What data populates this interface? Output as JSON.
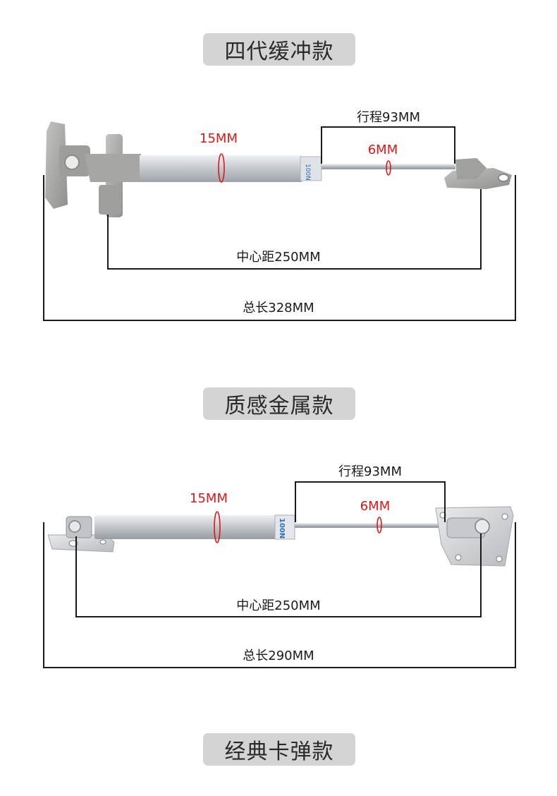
{
  "sections": [
    {
      "title": "四代缓冲款",
      "stroke_label": "行程93MM",
      "cylinder_diameter": "15MM",
      "rod_diameter": "6MM",
      "center_distance": "中心距250MM",
      "total_length": "总长328MM",
      "barrel_mark": "100N"
    },
    {
      "title": "质感金属款",
      "stroke_label": "行程93MM",
      "cylinder_diameter": "15MM",
      "rod_diameter": "6MM",
      "center_distance": "中心距250MM",
      "total_length": "总长290MM",
      "barrel_mark": "100N"
    },
    {
      "title": "经典卡弹款"
    }
  ],
  "colors": {
    "pill_bg": "#d4d4d4",
    "dimension_line": "#1a1a1a",
    "dimension_accent": "#e01515",
    "plastic_gray": "#a9aaa7",
    "metal_silver": "#c9cdd2"
  }
}
